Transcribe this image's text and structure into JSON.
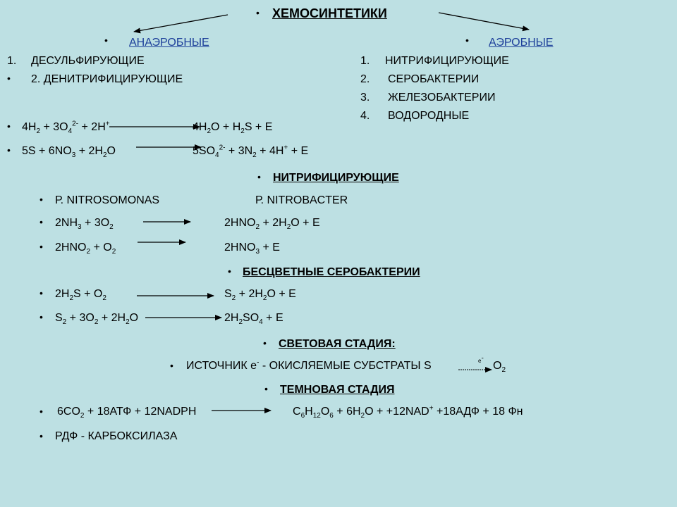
{
  "title": "ХЕМОСИНТЕТИКИ",
  "anaerobic": {
    "heading": "АНАЭРОБНЫЕ ",
    "item1_num": "1.",
    "item1": "ДЕСУЛЬФИРУЮЩИЕ",
    "item2": "2. ДЕНИТРИФИЦИРУЮЩИЕ"
  },
  "aerobic": {
    "heading": "АЭРОБНЫЕ",
    "items": [
      {
        "num": "1.",
        "label": "НИТРИФИЦИРУЮЩИЕ"
      },
      {
        "num": "2.",
        "label": "СЕРОБАКТЕРИИ"
      },
      {
        "num": "3.",
        "label": "ЖЕЛЕЗОБАКТЕРИИ"
      },
      {
        "num": "4.",
        "label": "ВОДОРОДНЫЕ"
      }
    ]
  },
  "nitrifying": {
    "heading": "НИТРИФИЦИРУЮЩИЕ",
    "genus_left": "Р. NITROSOMONAS",
    "genus_right": "Р. NITROBACTER"
  },
  "sulfur": {
    "heading": "БЕСЦВЕТНЫЕ СЕРОБАКТЕРИИ"
  },
  "light": {
    "heading": "СВЕТОВАЯ СТАДИЯ:",
    "source_text": "ИСТОЧНИК е",
    "source_text2": " - ОКИСЛЯЕМЫЕ СУБСТРАТЫ S",
    "product": "O",
    "electron_label": "е"
  },
  "dark": {
    "heading": "ТЕМНОВАЯ СТАДИЯ",
    "enzyme": "РДФ - КАРБОКСИЛАЗА"
  },
  "sym": {
    "plus": "+",
    "minus": "-",
    "two": "2",
    "three": "3",
    "four": "4",
    "six": "6",
    "twelve": "12",
    "charge2": "2-"
  }
}
